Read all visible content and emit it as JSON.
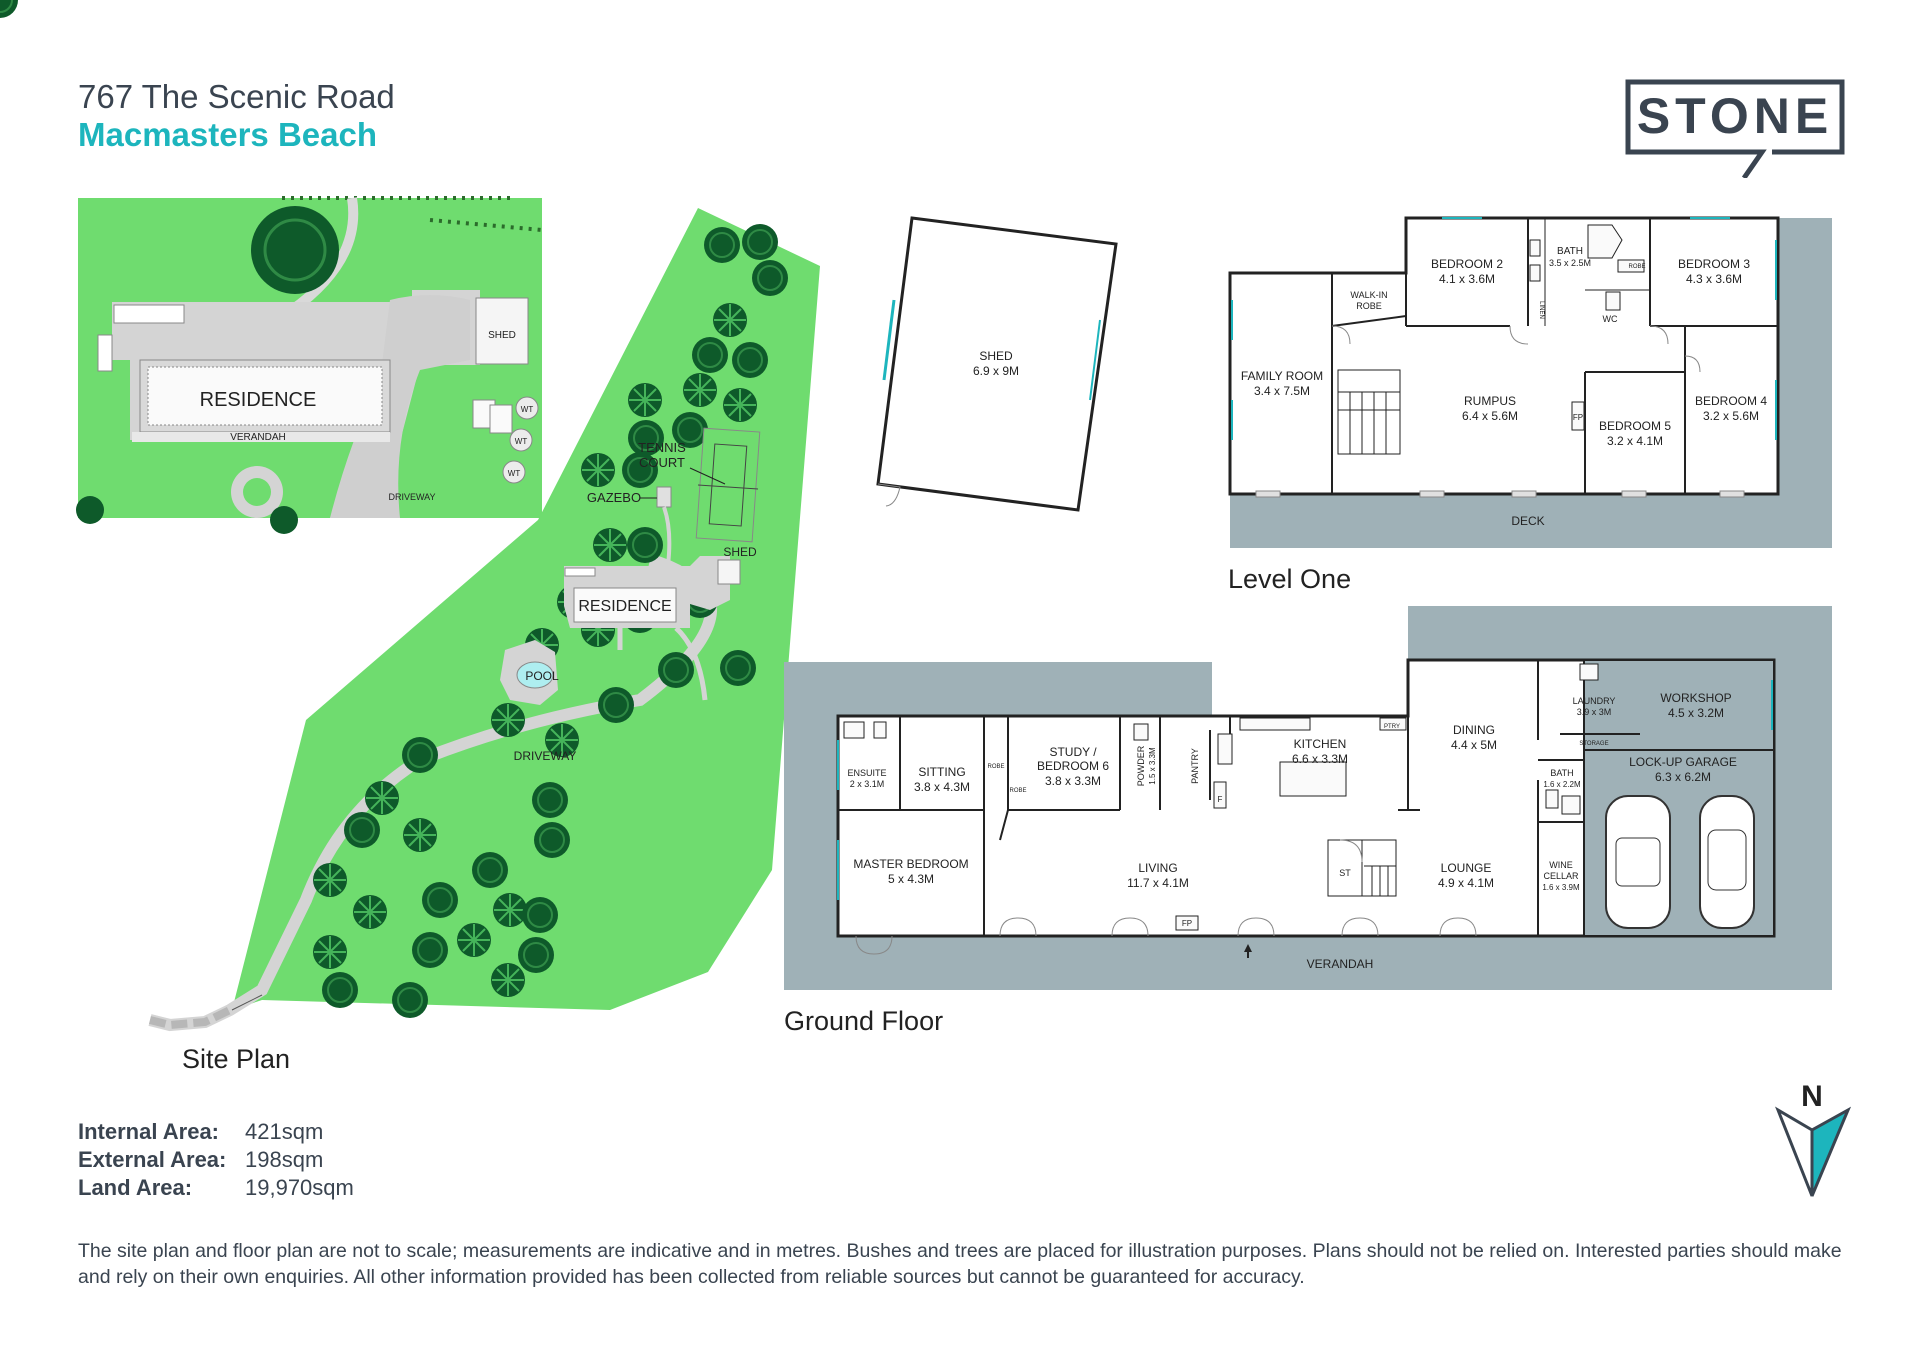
{
  "header": {
    "address_line": "767 The Scenic Road",
    "suburb": "Macmasters Beach",
    "logo_text": "STONE"
  },
  "colors": {
    "accent": "#1db5bd",
    "text": "#3a4450",
    "grass": "#6fdc6f",
    "tree": "#0e5a2a",
    "deck": "#9fb1b7"
  },
  "site_plan": {
    "label": "Site Plan",
    "inset": {
      "residence": "RESIDENCE",
      "verandah": "VERANDAH",
      "shed": "SHED",
      "driveway": "DRIVEWAY",
      "water_tank": "WT"
    },
    "residence": "RESIDENCE",
    "tennis_court": [
      "TENNIS",
      "COURT"
    ],
    "gazebo": "GAZEBO",
    "shed": "SHED",
    "pool": "POOL",
    "driveway": "DRIVEWAY"
  },
  "shed_plan": {
    "name": "SHED",
    "size": "6.9 x 9M"
  },
  "level_one": {
    "label": "Level One",
    "rooms": {
      "family_room": {
        "name": "FAMILY ROOM",
        "size": "3.4 x 7.5M"
      },
      "walk_in_robe": [
        "WALK-IN",
        "ROBE"
      ],
      "bedroom2": {
        "name": "BEDROOM 2",
        "size": "4.1 x 3.6M"
      },
      "bath": {
        "name": "BATH",
        "size": "3.5 x 2.5M"
      },
      "bedroom3": {
        "name": "BEDROOM 3",
        "size": "4.3 x 3.6M"
      },
      "rumpus": {
        "name": "RUMPUS",
        "size": "6.4 x 5.6M"
      },
      "bedroom5": {
        "name": "BEDROOM 5",
        "size": "3.2 x 4.1M"
      },
      "bedroom4": {
        "name": "BEDROOM 4",
        "size": "3.2 x 5.6M"
      },
      "linen": "LINEN",
      "robe": "ROBE",
      "wc": "WC",
      "fp": "FP",
      "deck": "DECK"
    }
  },
  "ground_floor": {
    "label": "Ground Floor",
    "rooms": {
      "ensuite": {
        "name": "ENSUITE",
        "size": "2 x 3.1M"
      },
      "sitting": {
        "name": "SITTING",
        "size": "3.8 x 4.3M"
      },
      "study": {
        "name": "STUDY /",
        "name2": "BEDROOM 6",
        "size": "3.8 x 3.3M"
      },
      "powder": {
        "name": "POWDER",
        "size": "1.5 x 3.3M"
      },
      "pantry": "PANTRY",
      "kitchen": {
        "name": "KITCHEN",
        "size": "6.6 x 3.3M"
      },
      "ptry": "PTRY",
      "dining": {
        "name": "DINING",
        "size": "4.4 x 5M"
      },
      "laundry": {
        "name": "LAUNDRY",
        "size": "3.9 x 3M"
      },
      "storage": "STORAGE",
      "workshop": {
        "name": "WORKSHOP",
        "size": "4.5 x 3.2M"
      },
      "garage": {
        "name": "LOCK-UP GARAGE",
        "size": "6.3 x 6.2M"
      },
      "bath": {
        "name": "BATH",
        "size": "1.6 x 2.2M"
      },
      "master": {
        "name": "MASTER BEDROOM",
        "size": "5 x 4.3M"
      },
      "living": {
        "name": "LIVING",
        "size": "11.7 x 4.1M"
      },
      "lounge": {
        "name": "LOUNGE",
        "size": "4.9 x 4.1M"
      },
      "wine": {
        "name": "WINE",
        "name2": "CELLAR",
        "size": "1.6 x 3.9M"
      },
      "robe": "ROBE",
      "st": "ST",
      "fp": "FP",
      "f": "F",
      "verandah": "VERANDAH"
    }
  },
  "compass": {
    "letter": "N"
  },
  "areas": [
    {
      "label": "Internal Area:",
      "value": "421sqm"
    },
    {
      "label": "External Area:",
      "value": "198sqm"
    },
    {
      "label": "Land Area:",
      "value": "19,970sqm"
    }
  ],
  "disclaimer": "The site plan and floor plan are not to scale; measurements are indicative and in metres. Bushes and trees are placed for illustration purposes. Plans should not be relied on. Interested parties should make and rely on their own enquiries. All other information provided has been collected from reliable sources but cannot be guaranteed for accuracy."
}
